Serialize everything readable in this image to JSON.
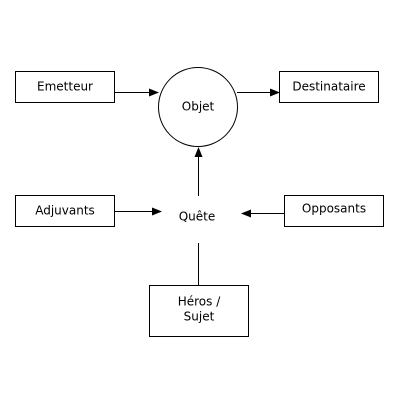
{
  "diagram": {
    "colors": {
      "background": "#ffffff",
      "stroke": "#000000",
      "text": "#000000"
    },
    "nodes": {
      "emetteur": "Emetteur",
      "objet": "Objet",
      "destinataire": "Destinataire",
      "adjuvants": "Adjuvants",
      "quete": "Quête",
      "opposants": "Opposants",
      "heros_line1": "Héros /",
      "heros_line2": "Sujet"
    }
  }
}
